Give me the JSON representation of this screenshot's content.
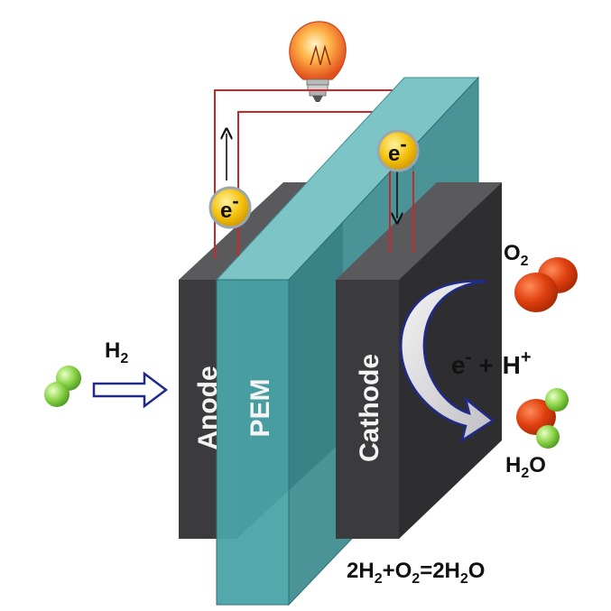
{
  "diagram": {
    "anode_label": "Anode",
    "pem_label": "PEM",
    "cathode_label": "Cathode",
    "hydrogen_input": {
      "base": "H",
      "sub": "2"
    },
    "oxygen_input": {
      "base": "O",
      "sub": "2"
    },
    "reaction_center": {
      "electron": "e",
      "electron_sup": "-",
      "plus": "+",
      "proton": "H",
      "proton_sup": "+"
    },
    "water_output": {
      "base": "H",
      "sub": "2",
      "tail": "O"
    },
    "electron_token": {
      "base": "e",
      "sup": "-"
    },
    "equation": {
      "p1": "2H",
      "s1": "2",
      "p2": "+O",
      "s2": "2",
      "p3": "=2H",
      "s3": "2",
      "p4": "O"
    },
    "colors": {
      "electrode": "#3a3a3c",
      "electrode_side": "#2a2a2c",
      "membrane": "#4aa0a5",
      "wire": "#c8282c",
      "electron_fill": "#f4c20d",
      "oxygen_atom": "#d9360f",
      "hydrogen_atom": "#8cd44a",
      "arrow": "#1f2a8a"
    }
  }
}
